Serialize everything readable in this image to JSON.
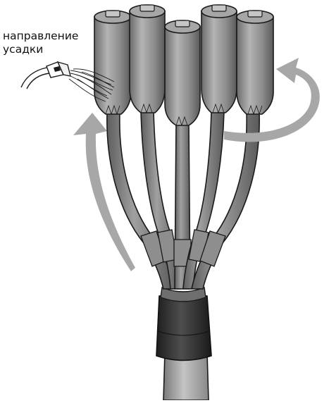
{
  "annotation": {
    "line1": "направление",
    "line2": "усадки"
  },
  "colors": {
    "cap_fill": "#9a9a9a",
    "cap_dark": "#6a6a6a",
    "core_fill": "#7f7f7f",
    "core_highlight": "#a8a8a8",
    "tube_dark": "#2e2e2e",
    "cable_fill": "#9c9c9c",
    "arrow": "#a7a7a7",
    "outline": "#1a1a1a"
  },
  "components": {
    "caps": 5,
    "cores": 5
  }
}
